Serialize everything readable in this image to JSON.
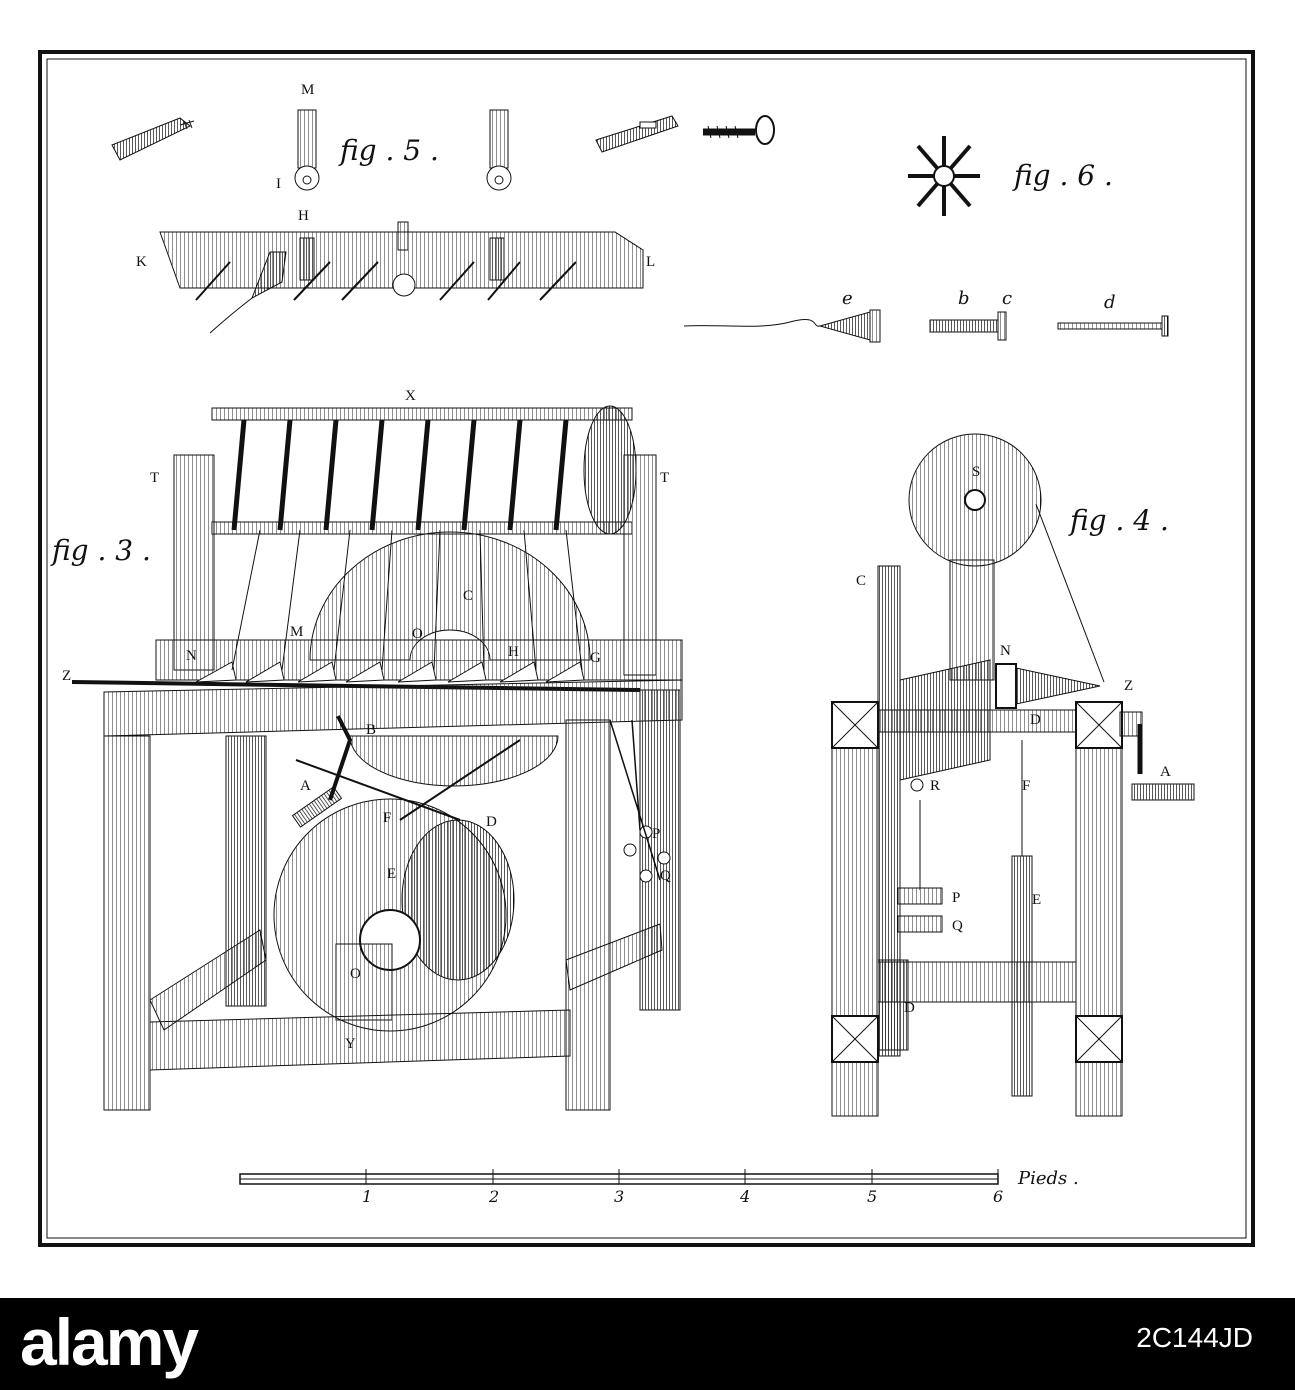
{
  "figures": {
    "fig3": "fig . 3 .",
    "fig4": "fig . 4 .",
    "fig5": "fig . 5 .",
    "fig6": "fig . 6 ."
  },
  "labels": {
    "fig5": {
      "M": "M",
      "I": "I",
      "H": "H",
      "K": "K",
      "L": "L"
    },
    "fig6_parts": {
      "e": "e",
      "b": "b",
      "c": "c",
      "d": "d"
    },
    "fig3": {
      "X": "X",
      "T_left": "T",
      "T_right": "T",
      "C": "C",
      "M": "M",
      "O": "O",
      "H": "H",
      "N": "N",
      "G": "G",
      "Z": "Z",
      "B": "B",
      "A": "A",
      "F": "F",
      "D": "D",
      "E": "E",
      "P": "P",
      "Q": "Q",
      "O_block": "O",
      "Y": "Y"
    },
    "fig4": {
      "S": "S",
      "C": "C",
      "N": "N",
      "Z": "Z",
      "D_axle": "D",
      "A": "A",
      "R": "R",
      "F": "F",
      "P": "P",
      "Q": "Q",
      "E": "E",
      "D_pulley": "D"
    }
  },
  "scale": {
    "unit": "Pieds .",
    "ticks": [
      "1",
      "2",
      "3",
      "4",
      "5",
      "6"
    ]
  },
  "watermark": {
    "brand": "alamy",
    "image_id": "2C144JD"
  }
}
